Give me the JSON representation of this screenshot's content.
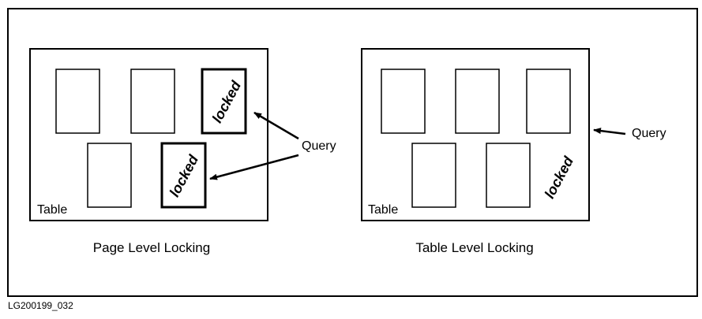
{
  "left_panel": {
    "table_label": "Table",
    "caption": "Page Level Locking",
    "locked_label_1": "locked",
    "locked_label_2": "locked",
    "query_label": "Query"
  },
  "right_panel": {
    "table_label": "Table",
    "caption": "Table Level Locking",
    "locked_label": "locked",
    "query_label": "Query"
  },
  "figure_id": "LG200199_032",
  "colors": {
    "ink": "#000000",
    "paper": "#ffffff"
  }
}
